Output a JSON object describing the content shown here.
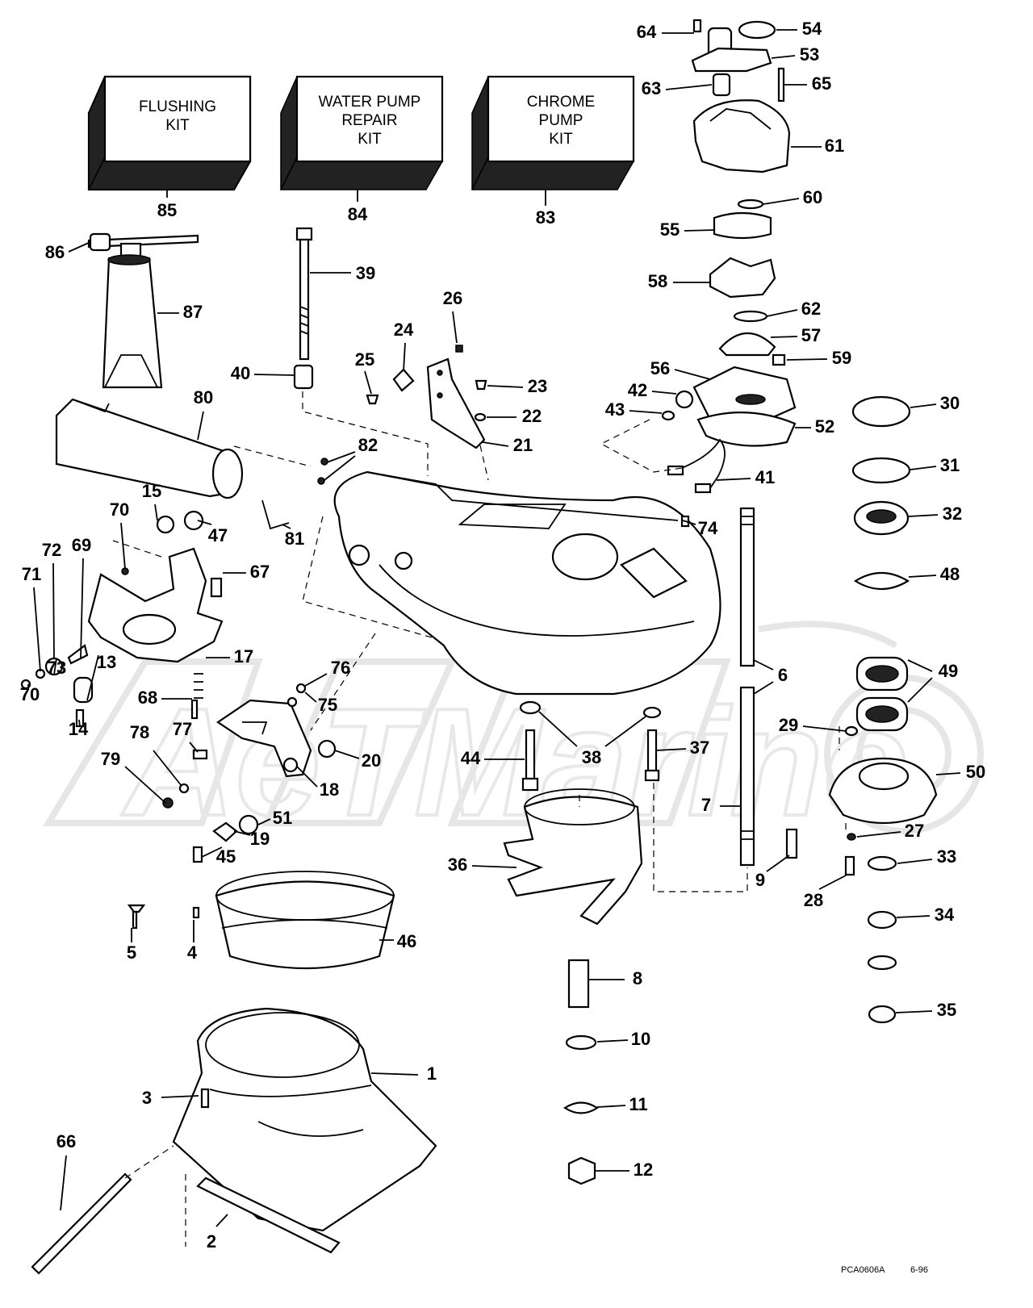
{
  "kits": [
    {
      "id": "85",
      "lines": [
        "FLUSHING",
        "KIT"
      ]
    },
    {
      "id": "84",
      "lines": [
        "WATER PUMP",
        "REPAIR",
        "KIT"
      ]
    },
    {
      "id": "83",
      "lines": [
        "CHROME",
        "PUMP",
        "KIT"
      ]
    }
  ],
  "callouts": [
    "1",
    "2",
    "3",
    "4",
    "5",
    "6",
    "7",
    "8",
    "9",
    "10",
    "11",
    "12",
    "13",
    "14",
    "15",
    "17",
    "18",
    "19",
    "20",
    "21",
    "22",
    "23",
    "24",
    "25",
    "26",
    "27",
    "28",
    "29",
    "30",
    "31",
    "32",
    "33",
    "34",
    "35",
    "36",
    "37",
    "38",
    "39",
    "40",
    "41",
    "42",
    "43",
    "44",
    "45",
    "46",
    "47",
    "48",
    "49",
    "50",
    "51",
    "52",
    "53",
    "54",
    "55",
    "56",
    "57",
    "58",
    "59",
    "60",
    "61",
    "62",
    "63",
    "64",
    "65",
    "66",
    "67",
    "68",
    "69",
    "70",
    "71",
    "72",
    "73",
    "74",
    "75",
    "76",
    "77",
    "78",
    "79",
    "80",
    "81",
    "82",
    "83",
    "84",
    "85",
    "86",
    "87"
  ],
  "watermark": "AeTMarine",
  "footer": {
    "code": "PCA0606A",
    "date": "6-96"
  }
}
